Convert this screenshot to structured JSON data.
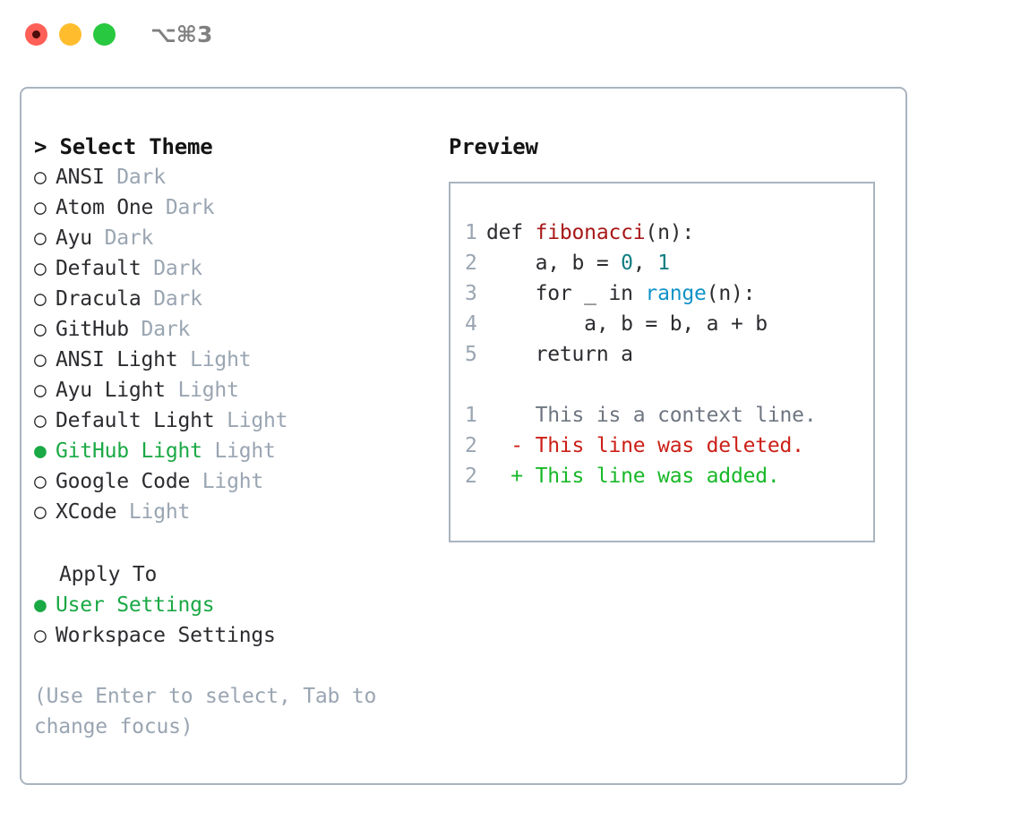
{
  "window": {
    "shortcut_label": "⌥⌘3",
    "traffic_lights": [
      {
        "name": "close",
        "color": "#ff5f57"
      },
      {
        "name": "minimize",
        "color": "#ffbd2e"
      },
      {
        "name": "maximize",
        "color": "#28c840"
      }
    ]
  },
  "colors": {
    "accent_selected": "#1aa945",
    "muted": "#9aa5b2",
    "text": "#2c2c30",
    "border": "#aab4c0",
    "diff_add": "#18b828",
    "diff_del": "#cc2018",
    "token_function": "#a81717",
    "token_number": "#0f7d81",
    "token_call": "#1192c8"
  },
  "theme_picker": {
    "header": "> Select Theme",
    "marker_unselected": "○",
    "marker_selected": "●",
    "items": [
      {
        "name": "ANSI",
        "variant": "Dark",
        "selected": false
      },
      {
        "name": "Atom One",
        "variant": "Dark",
        "selected": false
      },
      {
        "name": "Ayu",
        "variant": "Dark",
        "selected": false
      },
      {
        "name": "Default",
        "variant": "Dark",
        "selected": false
      },
      {
        "name": "Dracula",
        "variant": "Dark",
        "selected": false
      },
      {
        "name": "GitHub",
        "variant": "Dark",
        "selected": false
      },
      {
        "name": "ANSI Light",
        "variant": "Light",
        "selected": false
      },
      {
        "name": "Ayu Light",
        "variant": "Light",
        "selected": false
      },
      {
        "name": "Default Light",
        "variant": "Light",
        "selected": false
      },
      {
        "name": "GitHub Light",
        "variant": "Light",
        "selected": true
      },
      {
        "name": "Google Code",
        "variant": "Light",
        "selected": false
      },
      {
        "name": "XCode",
        "variant": "Light",
        "selected": false
      }
    ]
  },
  "apply_to": {
    "header": "Apply To",
    "items": [
      {
        "label": "User Settings",
        "selected": true
      },
      {
        "label": "Workspace Settings",
        "selected": false
      }
    ]
  },
  "hint": "(Use Enter to select, Tab to change focus)",
  "preview": {
    "title": "Preview",
    "code_lines": [
      {
        "no": "1",
        "segments": [
          {
            "text": "def ",
            "style": "plain"
          },
          {
            "text": "fibonacci",
            "style": "fn"
          },
          {
            "text": "(n):",
            "style": "plain"
          }
        ]
      },
      {
        "no": "2",
        "segments": [
          {
            "text": "    a, b = ",
            "style": "plain"
          },
          {
            "text": "0",
            "style": "num"
          },
          {
            "text": ", ",
            "style": "plain"
          },
          {
            "text": "1",
            "style": "num"
          }
        ]
      },
      {
        "no": "3",
        "segments": [
          {
            "text": "    for _ in ",
            "style": "plain"
          },
          {
            "text": "range",
            "style": "call"
          },
          {
            "text": "(n):",
            "style": "plain"
          }
        ]
      },
      {
        "no": "4",
        "segments": [
          {
            "text": "        a, b = b, a + b",
            "style": "plain"
          }
        ]
      },
      {
        "no": "5",
        "segments": [
          {
            "text": "    return a",
            "style": "plain"
          }
        ]
      }
    ],
    "diff_lines": [
      {
        "no": "1",
        "marker": " ",
        "text": "This is a context line.",
        "kind": "ctx"
      },
      {
        "no": "2",
        "marker": "-",
        "text": "This line was deleted.",
        "kind": "del"
      },
      {
        "no": "2",
        "marker": "+",
        "text": "This line was added.",
        "kind": "add"
      }
    ]
  }
}
